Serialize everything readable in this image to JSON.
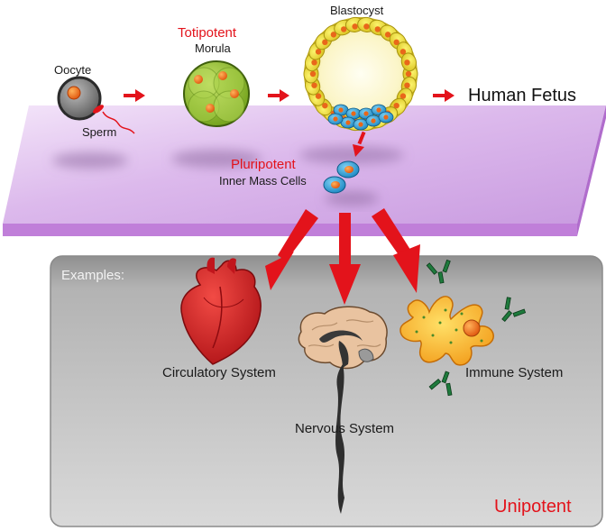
{
  "labels": {
    "oocyte": "Oocyte",
    "sperm": "Sperm",
    "totipotent": "Totipotent",
    "morula": "Morula",
    "blastocyst": "Blastocyst",
    "human_fetus": "Human Fetus",
    "pluripotent": "Pluripotent",
    "inner_mass_cells": "Inner Mass Cells",
    "examples": "Examples:",
    "circulatory_system": "Circulatory System",
    "nervous_system": "Nervous System",
    "immune_system": "Immune System",
    "unipotent": "Unipotent"
  },
  "colors": {
    "potency_label": "#e3131b",
    "arrow": "#e3131b",
    "platform": "#d9b3ea",
    "examples_panel": "#bdbdbd",
    "morula": "#8fc12c",
    "blastocyst_cell": "#f2e437",
    "inner_mass_cell": "#2a9fd6",
    "heart": "#d81920",
    "immune_cell": "#f7b52c",
    "antibody": "#1e7a3c"
  },
  "icons": [
    "oocyte-icon",
    "sperm-icon",
    "morula-icon",
    "blastocyst-icon",
    "inner-mass-cells-icon",
    "heart-icon",
    "brain-icon",
    "immune-cell-icon",
    "antibody-icon"
  ]
}
